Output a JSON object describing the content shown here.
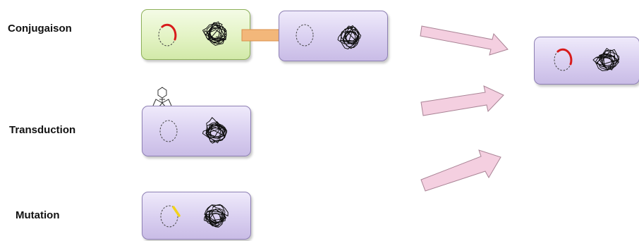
{
  "rows": {
    "conjugation": {
      "label": "Conjugaison"
    },
    "transduction": {
      "label": "Transduction"
    },
    "mutation": {
      "label": "Mutation"
    }
  },
  "colors": {
    "plasmid_acquired": "#d81b1b",
    "plasmid_mutation": "#f2d21a",
    "transfer_arrow": "#f3b77a",
    "outcome_arrow": "#f4cfe0",
    "cell_purple": "#d9cff0",
    "cell_green": "#e3f3c4"
  },
  "icons": [
    "plasmid-icon",
    "chromosome-icon",
    "bacteriophage-icon",
    "arrow-icon"
  ]
}
